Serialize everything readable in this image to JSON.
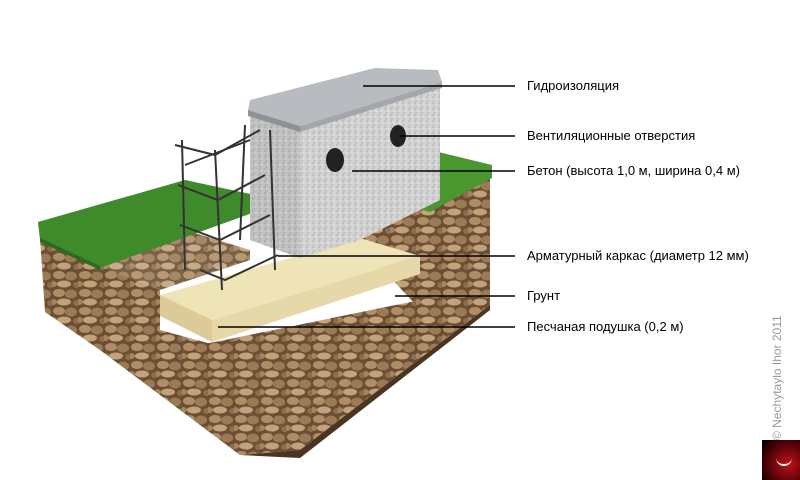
{
  "labels": [
    {
      "text": "Гидроизоляция"
    },
    {
      "text": "Вентиляционные отверстия"
    },
    {
      "text": "Бетон (высота 1,0 м, ширина 0,4 м)"
    },
    {
      "text": "Арматурный каркас (диаметр 12 мм)"
    },
    {
      "text": "Грунт"
    },
    {
      "text": "Песчаная подушка (0,2 м)"
    }
  ],
  "copyright": "© Nechytaylo Ihor 2011",
  "colors": {
    "grass": "#3f8a2a",
    "stone": "#8a6a48",
    "concrete": "#d4d4d4",
    "sand": "#efe3b8",
    "waterproofing": "#b8bcc0"
  }
}
